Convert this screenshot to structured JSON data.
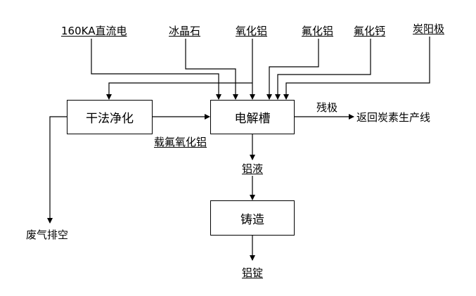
{
  "inputs": {
    "dc_power": "160KA直流电",
    "cryolite": "冰晶石",
    "alumina": "氧化铝",
    "aluminum_fluoride": "氟化铝",
    "calcium_fluoride": "氟化钙",
    "carbon_anode": "炭阳极"
  },
  "processes": {
    "dry_purification": "干法净化",
    "electrolytic_cell": "电解槽",
    "casting": "铸造"
  },
  "flows": {
    "fluorine_loaded_alumina": "载氟氧化铝",
    "anode_butts": "残极",
    "return_to_carbon_line": "返回炭素生产线",
    "molten_aluminum": "铝液",
    "aluminum_ingot": "铝锭",
    "exhaust_to_air": "废气排空"
  }
}
